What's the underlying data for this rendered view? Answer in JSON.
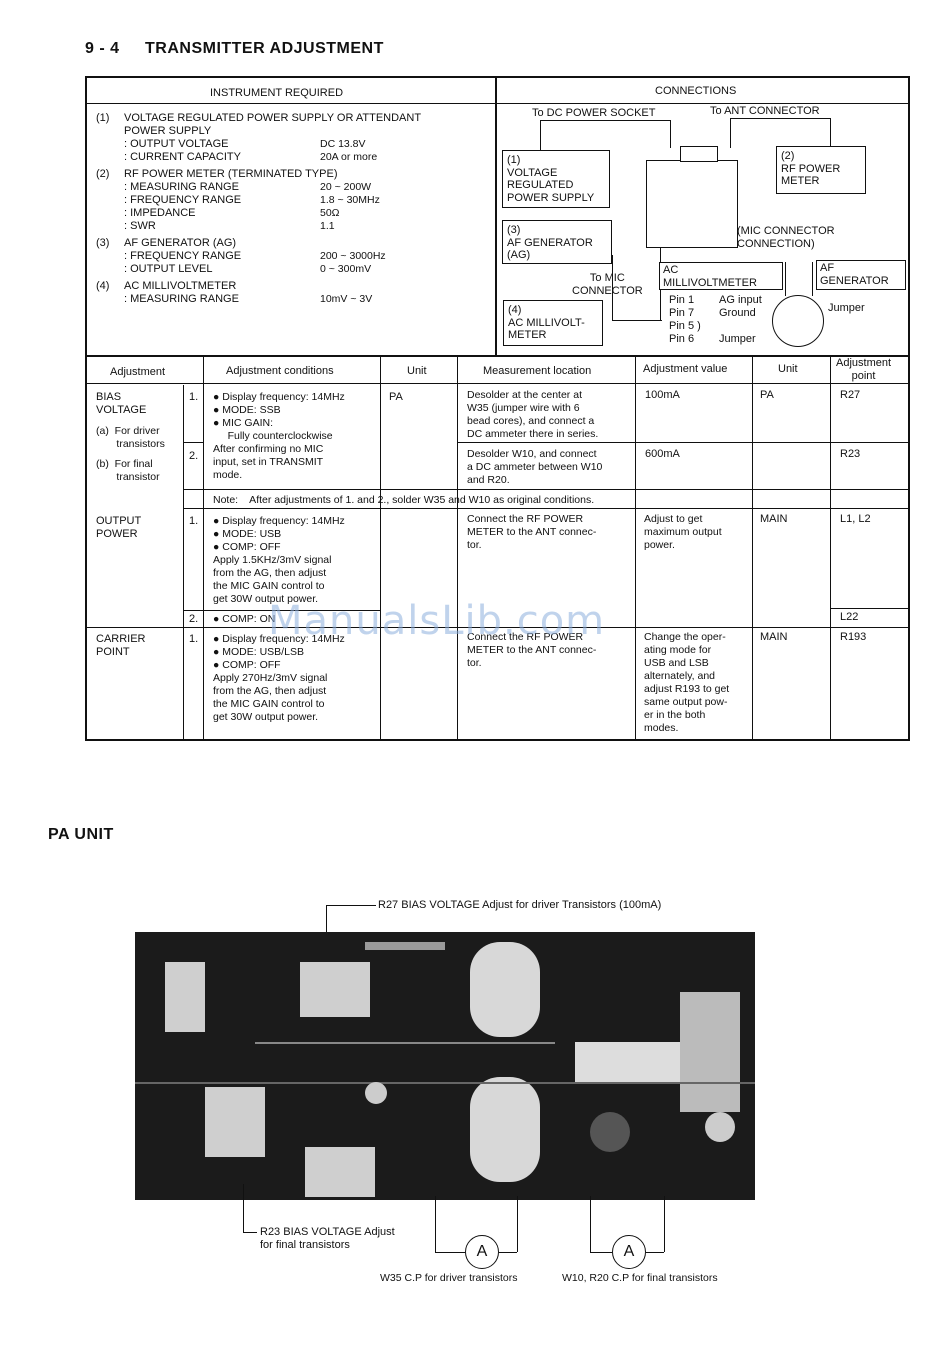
{
  "header": {
    "section": "9 - 4",
    "title": "TRANSMITTER ADJUSTMENT"
  },
  "instrument": {
    "heading": "INSTRUMENT REQUIRED",
    "items": [
      {
        "num": "(1)",
        "name": "VOLTAGE REGULATED POWER SUPPLY OR ATTENDANT\nPOWER SUPPLY",
        "specs": [
          {
            "label": ": OUTPUT VOLTAGE",
            "value": "DC 13.8V"
          },
          {
            "label": ": CURRENT CAPACITY",
            "value": "20A or more"
          }
        ]
      },
      {
        "num": "(2)",
        "name": "RF POWER METER (TERMINATED TYPE)",
        "specs": [
          {
            "label": ": MEASURING RANGE",
            "value": "20 ~ 200W"
          },
          {
            "label": ": FREQUENCY RANGE",
            "value": "1.8 ~ 30MHz"
          },
          {
            "label": ": IMPEDANCE",
            "value": "50Ω"
          },
          {
            "label": ": SWR",
            "value": "1.1"
          }
        ]
      },
      {
        "num": "(3)",
        "name": "AF GENERATOR (AG)",
        "specs": [
          {
            "label": ": FREQUENCY RANGE",
            "value": "200 ~ 3000Hz"
          },
          {
            "label": ": OUTPUT LEVEL",
            "value": "0 ~ 300mV"
          }
        ]
      },
      {
        "num": "(4)",
        "name": "AC MILLIVOLTMETER",
        "specs": [
          {
            "label": ": MEASURING RANGE",
            "value": "10mV ~ 3V"
          }
        ]
      }
    ]
  },
  "connections": {
    "heading": "CONNECTIONS",
    "to_dc": "To DC POWER SOCKET",
    "to_ant": "To ANT CONNECTOR",
    "psu": "(1)\nVOLTAGE\nREGULATED\nPOWER SUPPLY",
    "rfmeter": "(2)\nRF POWER\nMETER",
    "afgen": "(3)\nAF GENERATOR\n(AG)",
    "acmv": "(4)\nAC MILLIVOLT-\nMETER",
    "to_mic": "To MIC\nCONNECTOR",
    "mic_conn": "(MIC CONNECTOR\nCONNECTION)",
    "small_acmv": "AC\nMILLIVOLTMETER",
    "small_afgen": "AF\nGENERATOR",
    "pins": "Pin 1\nPin 7\nPin 5 )\nPin 6",
    "pin_desc": "AG input\nGround\n\nJumper",
    "jumper": "Jumper"
  },
  "table": {
    "headers": [
      "Adjustment",
      "Adjustment conditions",
      "Unit",
      "Measurement location",
      "Adjustment value",
      "Unit",
      "Adjustment\npoint"
    ],
    "bias": {
      "title": "BIAS\nVOLTAGE",
      "a": "(a)  For driver\n       transistors",
      "b": "(b)  For final\n       transistor",
      "r1_num": "1.",
      "r1_cond": "● Display frequency: 14MHz\n● MODE: SSB\n● MIC GAIN:\n     Fully counterclockwise\nAfter confirming no MIC\ninput, set in TRANSMIT\nmode.",
      "r1_unit": "PA",
      "r1_loc": "Desolder at the center at\nW35 (jumper wire with 6\nbead cores), and connect a\nDC ammeter there in series.",
      "r1_val": "100mA",
      "r1_unit2": "PA",
      "r1_point": "R27",
      "r2_num": "2.",
      "r2_loc": "Desolder W10, and connect\na DC ammeter between W10\nand R20.",
      "r2_val": "600mA",
      "r2_point": "R23",
      "note": "Note:    After adjustments of 1. and 2., solder W35 and W10 as original conditions."
    },
    "output": {
      "title": "OUTPUT\nPOWER",
      "r1_num": "1.",
      "r1_cond": "● Display frequency: 14MHz\n● MODE: USB\n● COMP: OFF\nApply 1.5KHz/3mV signal\nfrom the AG, then adjust\nthe MIC GAIN control to\nget 30W output power.",
      "r1_loc": "Connect the RF POWER\nMETER to the ANT connec-\ntor.",
      "r1_val": "Adjust to get\nmaximum output\npower.",
      "r1_unit2": "MAIN",
      "r1_point": "L1, L2",
      "r2_num": "2.",
      "r2_cond": "● COMP: ON",
      "r2_point": "L22"
    },
    "carrier": {
      "title": "CARRIER\nPOINT",
      "r1_num": "1.",
      "r1_cond": "● Display frequency: 14MHz\n● MODE: USB/LSB\n● COMP: OFF\nApply 270Hz/3mV signal\nfrom the AG, then adjust\nthe MIC GAIN control to\nget 30W output power.",
      "r1_loc": "Connect the RF POWER\nMETER to the ANT connec-\ntor.",
      "r1_val": "Change the oper-\nating mode for\nUSB and LSB\nalternately, and\nadjust R193 to get\nsame output pow-\ner in the both\nmodes.",
      "r1_unit2": "MAIN",
      "r1_point": "R193"
    }
  },
  "watermark": "ManualsLib.com",
  "pa": {
    "title": "PA UNIT",
    "r27": "R27 BIAS VOLTAGE Adjust for driver Transistors (100mA)",
    "r23": "R23 BIAS VOLTAGE Adjust\nfor final transistors",
    "meter": "A",
    "w35": "W35 C.P for driver transistors",
    "w10": "W10, R20 C.P for final transistors"
  }
}
